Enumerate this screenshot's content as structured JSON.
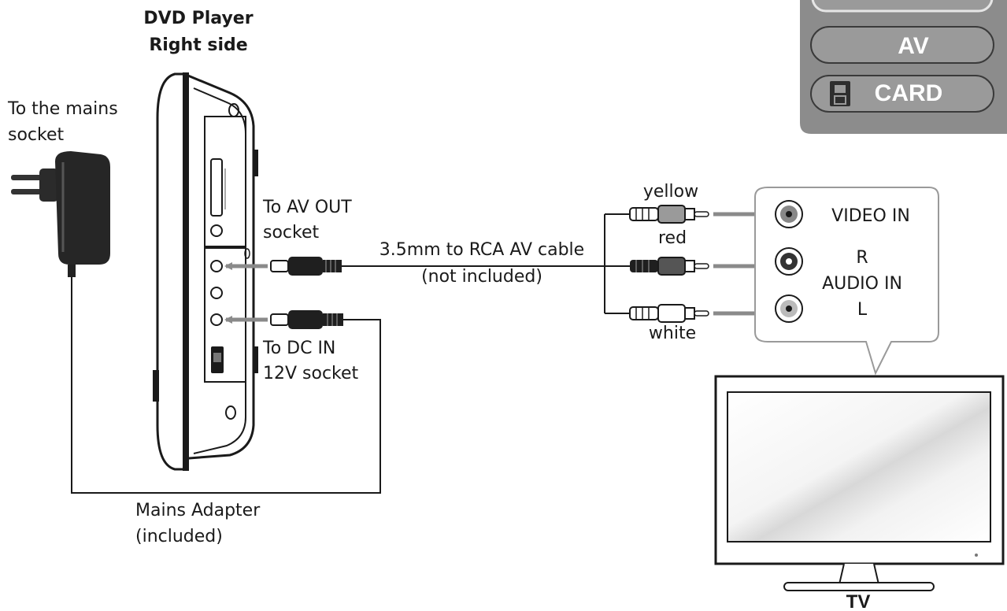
{
  "header": {
    "line1": "DVD Player",
    "line2": "Right side"
  },
  "labels": {
    "mains_socket_1": "To the mains",
    "mains_socket_2": "socket",
    "av_out_1": "To AV OUT",
    "av_out_2": "socket",
    "dc_in_1": "To DC IN",
    "dc_in_2": "12V socket",
    "cable_1": "3.5mm to RCA AV cable",
    "cable_2": "(not included)",
    "adapter_1": "Mains Adapter",
    "adapter_2": "(included)",
    "yellow": "yellow",
    "red": "red",
    "white": "white",
    "video_in": "VIDEO IN",
    "audio_r": "R",
    "audio_in": "AUDIO IN",
    "audio_l": "L",
    "tv": "TV"
  },
  "source_buttons": [
    {
      "label": "AV"
    },
    {
      "label": "CARD"
    }
  ],
  "colors": {
    "panel": "#8c8c8c",
    "button": "#9a9a9a",
    "arrow": "#8a8a8a",
    "line": "#1a1a1a"
  },
  "icons": [
    "wall-plug-adapter-icon",
    "rca-plug-icon",
    "jack-plug-icon",
    "rca-socket-icon",
    "card-icon"
  ]
}
